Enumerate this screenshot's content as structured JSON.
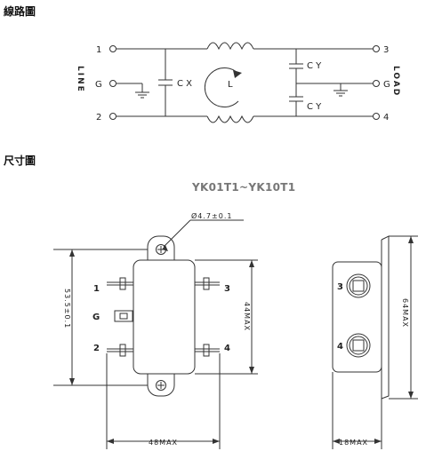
{
  "headings": {
    "wiring": "線路圖",
    "dimensions": "尺寸圖"
  },
  "model": "YK01T1~YK10T1",
  "schematic": {
    "pins": {
      "p1": "1",
      "pg_left": "G",
      "p2": "2",
      "p3": "3",
      "pg_right": "G",
      "p4": "4"
    },
    "side_left": "LINE",
    "side_right": "LOAD",
    "cx": "C X",
    "cy_top": "C Y",
    "cy_bottom": "C Y",
    "inductor": "L"
  },
  "drawing": {
    "hole": "Ø4.7±0.1",
    "pitch": "53.5±0.1",
    "body_h": "44MAX",
    "width": "48MAX",
    "height": "64MAX",
    "depth": "18MAX",
    "front_pins": {
      "p1": "1",
      "pg": "G",
      "p2": "2",
      "p3": "3",
      "p4": "4"
    },
    "side_pins": {
      "p3": "3",
      "p4": "4"
    }
  }
}
